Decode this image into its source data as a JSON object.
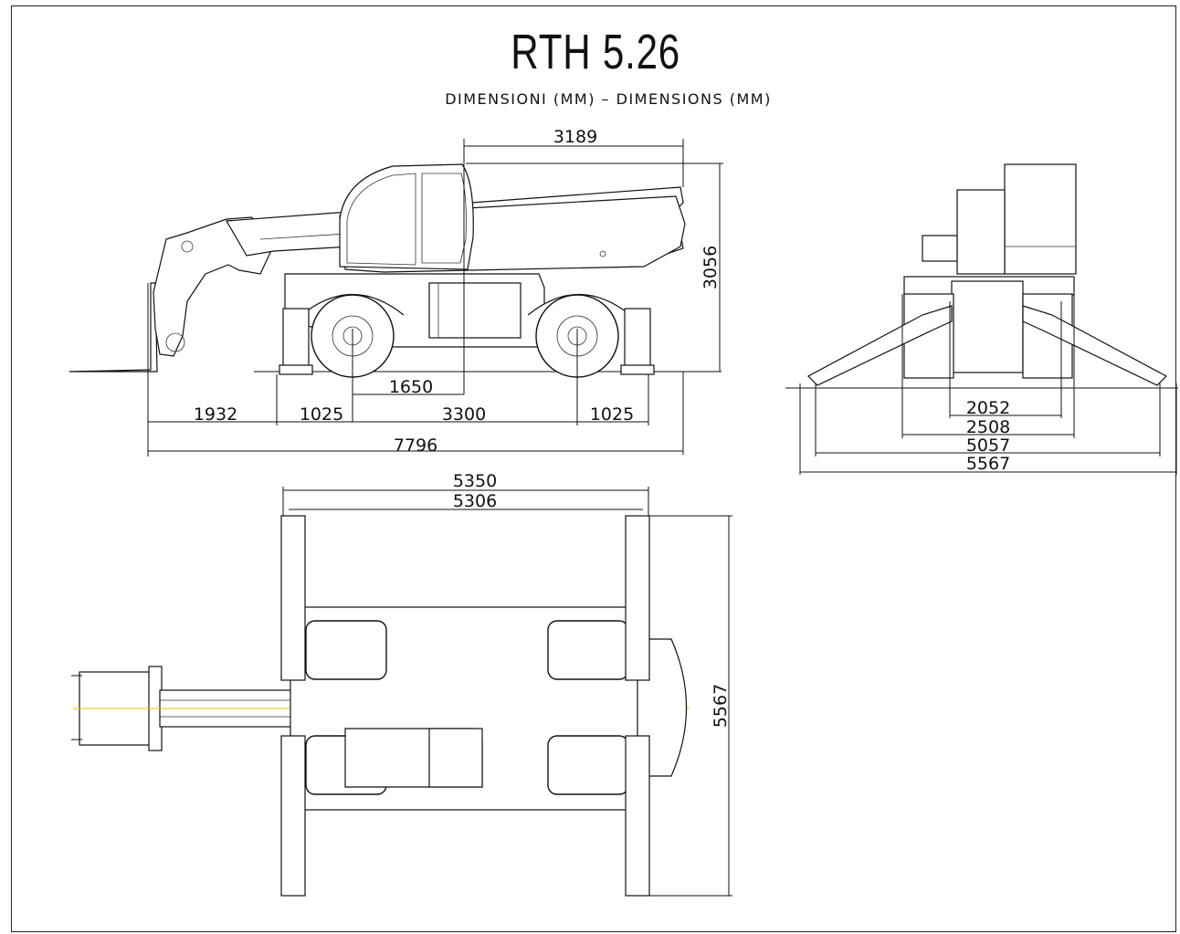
{
  "title": "RTH 5.26",
  "subtitle": "DIMENSIONI  (MM)    –    DIMENSIONS  (MM)",
  "side_view": {
    "d_3189": "3189",
    "d_3056": "3056",
    "d_1650": "1650",
    "d_1932": "1932",
    "d_1025_left": "1025",
    "d_3300": "3300",
    "d_1025_right": "1025",
    "d_7796": "7796"
  },
  "front_view": {
    "d_2052": "2052",
    "d_2508": "2508",
    "d_5057": "5057",
    "d_5567": "5567"
  },
  "top_view": {
    "d_5350": "5350",
    "d_5306": "5306",
    "d_5567": "5567"
  }
}
